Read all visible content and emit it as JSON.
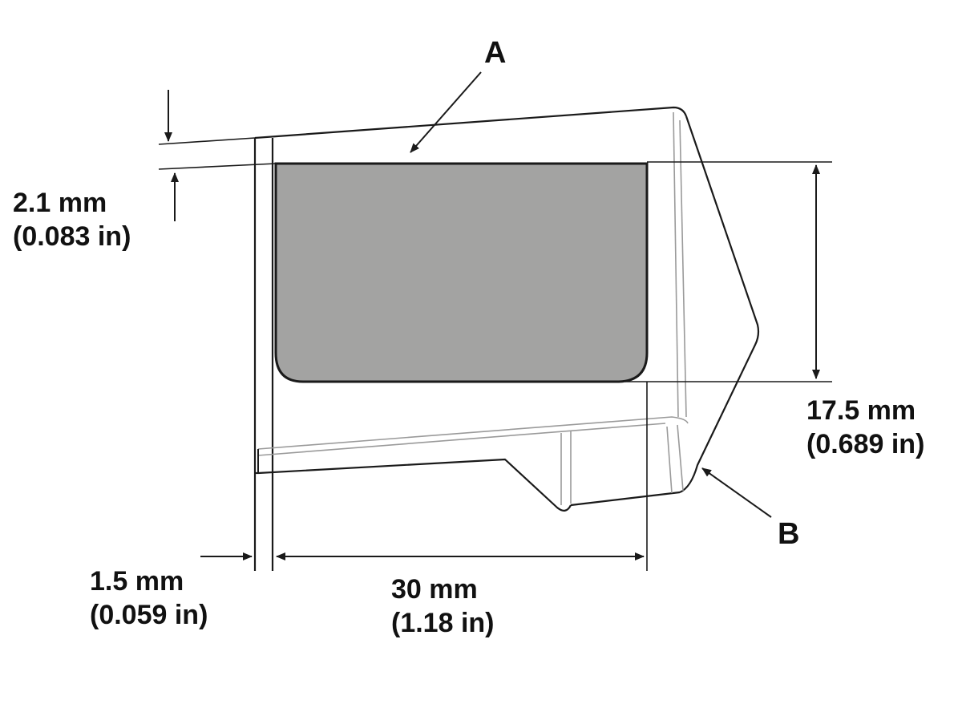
{
  "callouts": {
    "a": "A",
    "b": "B"
  },
  "dimensions": {
    "offset": {
      "mm": "2.1 mm",
      "inch": "(0.083 in)"
    },
    "height": {
      "mm": "17.5 mm",
      "inch": "(0.689 in)"
    },
    "side_gap": {
      "mm": "1.5 mm",
      "inch": "(0.059 in)"
    },
    "width": {
      "mm": "30 mm",
      "inch": "(1.18 in)"
    }
  },
  "colors": {
    "line": "#1a1a1a",
    "light_line": "#9a9a9a",
    "pad_fill": "#a3a3a2",
    "body_fill": "#ffffff"
  }
}
